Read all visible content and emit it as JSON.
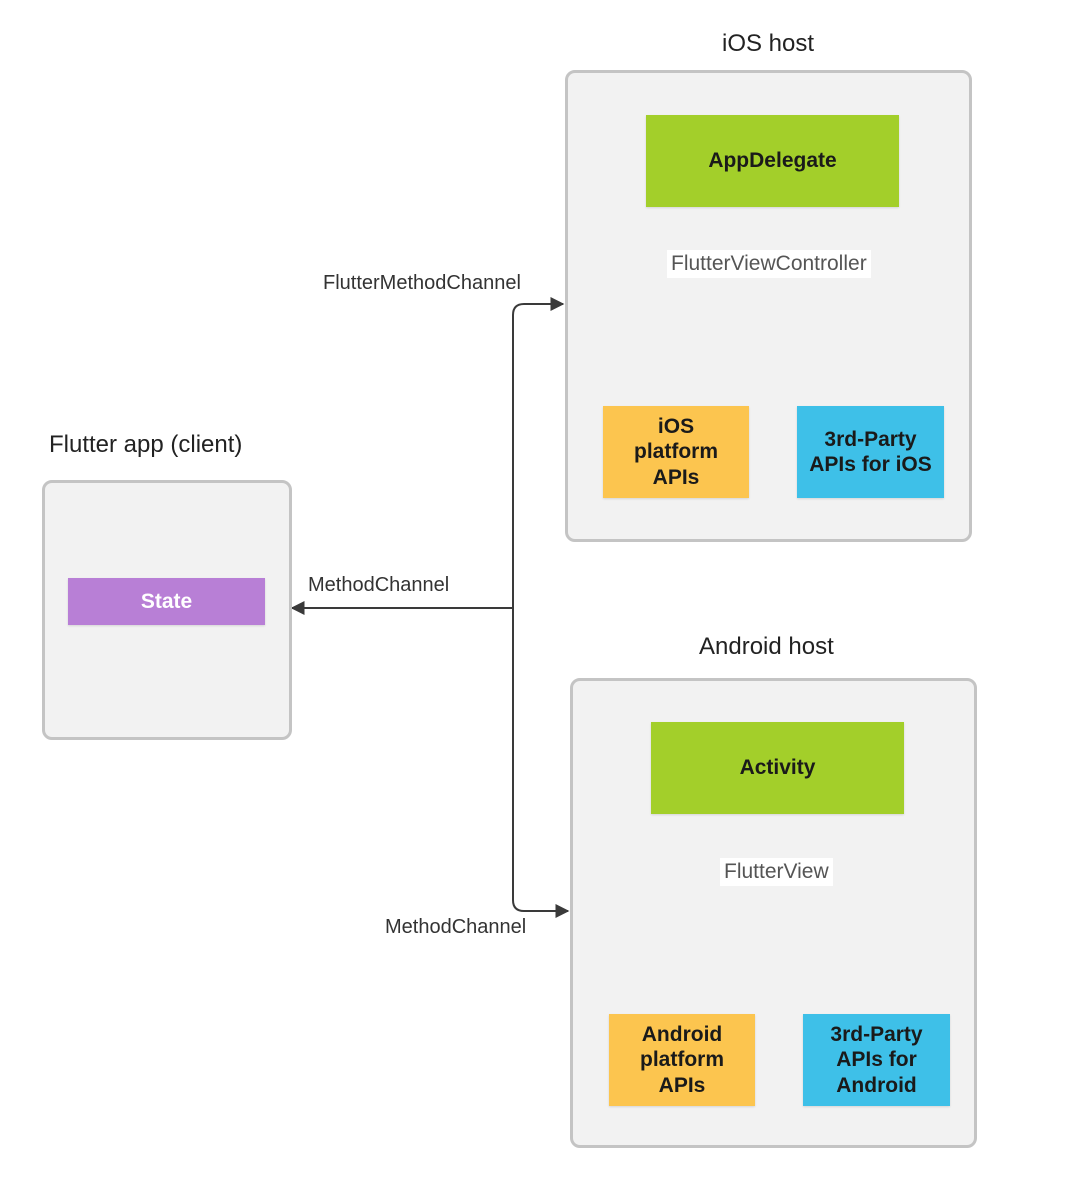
{
  "colors": {
    "container_bg": "#f2f2f2",
    "container_border": "#c4c4c4",
    "green": "#a3cf2a",
    "orange": "#fcc54f",
    "blue": "#3ec0e8",
    "purple": "#b87fd6",
    "wire": "#3a3a3a"
  },
  "client": {
    "heading": "Flutter app (client)",
    "state_label": "State"
  },
  "ios": {
    "heading": "iOS host",
    "delegate": "AppDelegate",
    "controller": "FlutterViewController",
    "platform_apis": [
      "iOS",
      "platform",
      "APIs"
    ],
    "third_party": [
      "3rd-Party",
      "APIs for iOS"
    ]
  },
  "android": {
    "heading": "Android host",
    "activity": "Activity",
    "view": "FlutterView",
    "platform_apis": [
      "Android",
      "platform",
      "APIs"
    ],
    "third_party": [
      "3rd-Party",
      "APIs for",
      "Android"
    ]
  },
  "channels": {
    "ios": "FlutterMethodChannel",
    "client": "MethodChannel",
    "android": "MethodChannel"
  }
}
